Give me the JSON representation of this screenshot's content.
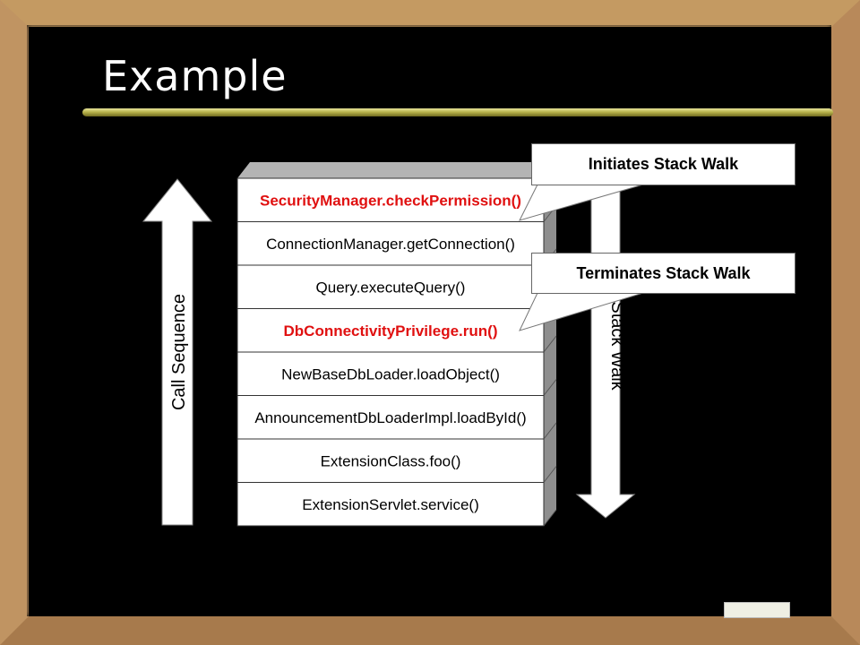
{
  "slide": {
    "title": "Example"
  },
  "diagram": {
    "left_arrow_label": "Call Sequence",
    "right_arrow_label": "Stack Walk",
    "stack": [
      {
        "label": "SecurityManager.checkPermission()",
        "highlight": true
      },
      {
        "label": "ConnectionManager.getConnection()",
        "highlight": false
      },
      {
        "label": "Query.executeQuery()",
        "highlight": false
      },
      {
        "label": "DbConnectivityPrivilege.run()",
        "highlight": true
      },
      {
        "label": "NewBaseDbLoader.loadObject()",
        "highlight": false
      },
      {
        "label": "AnnouncementDbLoaderImpl.loadById()",
        "highlight": false
      },
      {
        "label": "ExtensionClass.foo()",
        "highlight": false
      },
      {
        "label": "ExtensionServlet.service()",
        "highlight": false
      }
    ],
    "callouts": {
      "initiates": "Initiates Stack Walk",
      "terminates": "Terminates Stack Walk"
    },
    "colors": {
      "highlight_text": "#e01010",
      "stack_face": "#ffffff",
      "stack_side": "#8e8e8e",
      "stack_top": "#b4b4b4"
    }
  }
}
